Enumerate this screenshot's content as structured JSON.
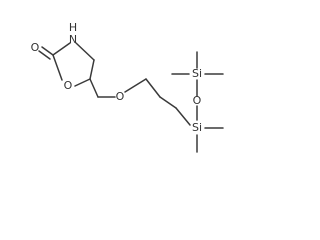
{
  "molecule": {
    "atoms": {
      "carbonyl_oxygen": "O",
      "ring_nitrogen": "N",
      "ring_nitrogen_h": "H",
      "ring_oxygen": "O",
      "ether_oxygen": "O",
      "silicon_upper": "Si",
      "siloxane_oxygen": "O",
      "silicon_lower": "Si"
    },
    "colors": {
      "bond": "#3a3a3a",
      "label": "#333333",
      "background": "#ffffff"
    }
  }
}
